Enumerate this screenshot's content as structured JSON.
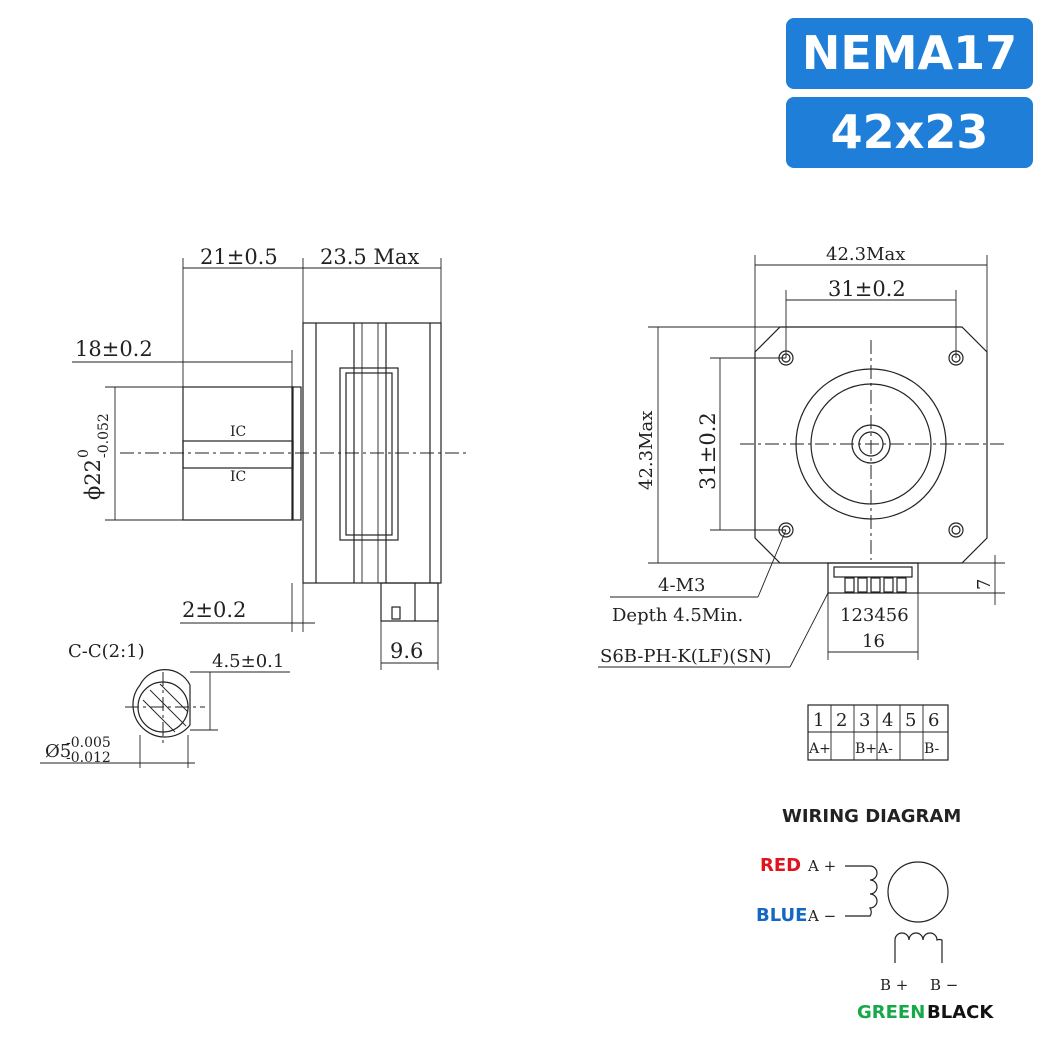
{
  "badges": {
    "model": "NEMA17",
    "size": "42x23"
  },
  "side_view": {
    "dim_length_front": "21±0.5",
    "dim_body_length": "23.5 Max",
    "dim_shaft_length": "18±0.2",
    "dim_flange_dia": "ϕ22",
    "dim_flange_dia_tol_upper": "0",
    "dim_flange_dia_tol_lower": "-0.052",
    "dim_flange_thickness": "2±0.2",
    "dim_connector": "9.6",
    "shaft_mark_top": "IC",
    "shaft_mark_bottom": "IC"
  },
  "section": {
    "label": "C-C(2:1)",
    "dim_flat": "4.5±0.1",
    "dim_shaft_dia": "Ø5",
    "dim_shaft_tol_upper": "-0.005",
    "dim_shaft_tol_lower": "-0.012"
  },
  "front_view": {
    "dim_width": "42.3Max",
    "dim_hole_spacing_h": "31±0.2",
    "dim_height": "42.3Max",
    "dim_hole_spacing_v": "31±0.2",
    "dim_connector_height": "7",
    "holes_label": "4-M3",
    "holes_depth": "Depth 4.5Min.",
    "pin_numbers": "123456",
    "dim_connector_width": "16",
    "connector_part": "S6B-PH-K(LF)(SN)"
  },
  "pin_table": {
    "pins": [
      "1",
      "2",
      "3",
      "4",
      "5",
      "6"
    ],
    "signals": [
      "A+",
      "",
      "B+",
      "A-",
      "",
      "B-"
    ]
  },
  "wiring": {
    "title": "WIRING DIAGRAM",
    "red": {
      "label": "RED",
      "signal": "A +",
      "color": "#e0141e"
    },
    "blue": {
      "label": "BLUE",
      "signal": "A −",
      "color": "#1268c3"
    },
    "green": {
      "label": "GREEN",
      "signal": "B +",
      "color": "#17a84a"
    },
    "black": {
      "label": "BLACK",
      "signal": "B −",
      "color": "#111111"
    }
  },
  "colors": {
    "badge": "#1f7fd8",
    "line": "#222222"
  }
}
